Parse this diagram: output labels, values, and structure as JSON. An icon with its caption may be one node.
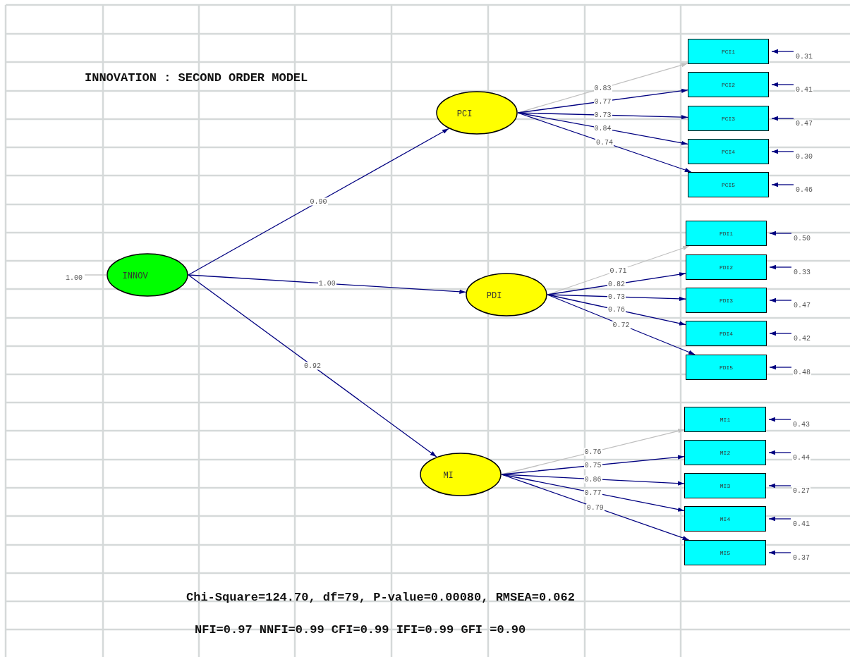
{
  "diagram": {
    "title": "INNOVATION : SECOND ORDER MODEL",
    "nodes": [
      {
        "text": [
          "INNOV"
        ]
      },
      {
        "text": [
          "PCI"
        ]
      },
      {
        "text": [
          "PDI"
        ]
      },
      {
        "text": [
          "MI"
        ]
      },
      {
        "text": [
          "PCI1"
        ]
      },
      {
        "text": [
          "PCI2"
        ]
      },
      {
        "text": [
          "PCI3"
        ]
      },
      {
        "text": [
          "PCI4"
        ]
      },
      {
        "text": [
          "PCI5"
        ]
      },
      {
        "text": [
          "PDI1"
        ]
      },
      {
        "text": [
          "PDI2"
        ]
      },
      {
        "text": [
          "PDI3"
        ]
      },
      {
        "text": [
          "PDI4"
        ]
      },
      {
        "text": [
          "PDI5"
        ]
      },
      {
        "text": [
          "MI1"
        ]
      },
      {
        "text": [
          "MI2"
        ]
      },
      {
        "text": [
          "MI3"
        ]
      },
      {
        "text": [
          "MI4"
        ]
      },
      {
        "text": [
          "MI5"
        ]
      }
    ],
    "edges": [
      {
        "from": null,
        "to": 0,
        "arrow": "none",
        "label": "1.00",
        "color": "#c0c0c0"
      },
      {
        "from": 0,
        "to": 1,
        "arrow": "to",
        "label": "0.90"
      },
      {
        "from": 0,
        "to": 2,
        "arrow": "to",
        "label": "1.00"
      },
      {
        "from": 0,
        "to": 3,
        "arrow": "to",
        "label": "0.92"
      },
      {
        "from": 1,
        "to": 4,
        "arrow": "to",
        "label": "0.83",
        "color": "#c0c0c0"
      },
      {
        "from": 1,
        "to": 5,
        "arrow": "to",
        "label": "0.77"
      },
      {
        "from": 1,
        "to": 6,
        "arrow": "to",
        "label": "0.73"
      },
      {
        "from": 1,
        "to": 7,
        "arrow": "to",
        "label": "0.84"
      },
      {
        "from": 1,
        "to": 8,
        "arrow": "to",
        "label": "0.74"
      },
      {
        "from": 2,
        "to": 9,
        "arrow": "to",
        "label": "0.71",
        "color": "#c0c0c0"
      },
      {
        "from": 2,
        "to": 10,
        "arrow": "to",
        "label": "0.82"
      },
      {
        "from": 2,
        "to": 11,
        "arrow": "to",
        "label": "0.73"
      },
      {
        "from": 2,
        "to": 12,
        "arrow": "to",
        "label": "0.76"
      },
      {
        "from": 2,
        "to": 13,
        "arrow": "to",
        "label": "0.72"
      },
      {
        "from": 3,
        "to": 14,
        "arrow": "to",
        "label": "0.76",
        "color": "#c0c0c0"
      },
      {
        "from": 3,
        "to": 15,
        "arrow": "to",
        "label": "0.75"
      },
      {
        "from": 3,
        "to": 16,
        "arrow": "to",
        "label": "0.86"
      },
      {
        "from": 3,
        "to": 17,
        "arrow": "to",
        "label": "0.77"
      },
      {
        "from": 3,
        "to": 18,
        "arrow": "to",
        "label": "0.79"
      },
      {
        "from": null,
        "to": 4,
        "arrow": "to",
        "label": "0.31"
      },
      {
        "from": null,
        "to": 5,
        "arrow": "to",
        "label": "0.41"
      },
      {
        "from": null,
        "to": 6,
        "arrow": "to",
        "label": "0.47"
      },
      {
        "from": null,
        "to": 7,
        "arrow": "to",
        "label": "0.30"
      },
      {
        "from": null,
        "to": 8,
        "arrow": "to",
        "label": "0.46"
      },
      {
        "from": null,
        "to": 9,
        "arrow": "to",
        "label": "0.50"
      },
      {
        "from": null,
        "to": 10,
        "arrow": "to",
        "label": "0.33"
      },
      {
        "from": null,
        "to": 11,
        "arrow": "to",
        "label": "0.47"
      },
      {
        "from": null,
        "to": 12,
        "arrow": "to",
        "label": "0.42"
      },
      {
        "from": null,
        "to": 13,
        "arrow": "to",
        "label": "0.48"
      },
      {
        "from": null,
        "to": 14,
        "arrow": "to",
        "label": "0.43"
      },
      {
        "from": null,
        "to": 15,
        "arrow": "to",
        "label": "0.44"
      },
      {
        "from": null,
        "to": 16,
        "arrow": "to",
        "label": "0.27"
      },
      {
        "from": null,
        "to": 17,
        "arrow": "to",
        "label": "0.41"
      },
      {
        "from": null,
        "to": 18,
        "arrow": "to",
        "label": "0.37"
      }
    ],
    "labels": [
      "Chi-Square=124.70, df=79, P-value=0.00080, RMSEA=0.062",
      "NFI=0.97 NNFI=0.99 CFI=0.99 IFI=0.99 GFI =0.90"
    ]
  }
}
